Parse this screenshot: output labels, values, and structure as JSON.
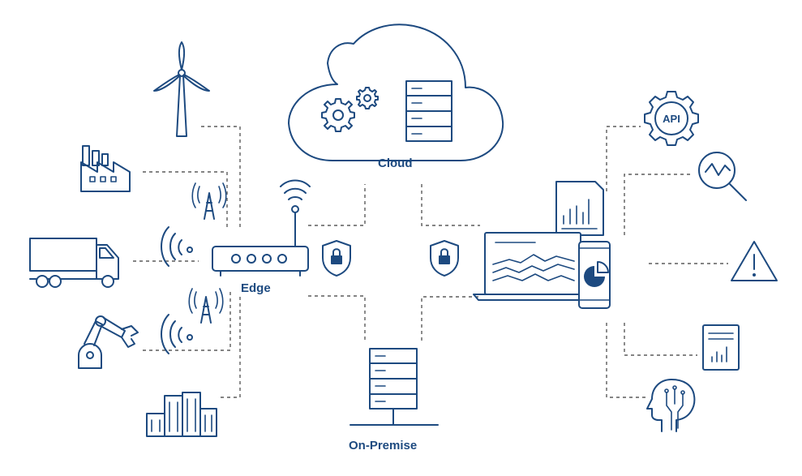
{
  "labels": {
    "cloud": "Cloud",
    "edge": "Edge",
    "on_premise": "On-Premise",
    "api": "API"
  },
  "colors": {
    "line": "#1d4a80",
    "connector": "#5b5b5b",
    "background": "#ffffff"
  },
  "icons": {
    "left": [
      "wind-turbine-icon",
      "factory-icon",
      "truck-icon",
      "robot-arm-icon",
      "buildings-icon",
      "cell-tower-icon",
      "wifi-signal-icon"
    ],
    "center": [
      "cloud-icon",
      "gears-icon",
      "server-rack-icon",
      "router-icon",
      "shield-lock-icon",
      "on-premise-server-icon"
    ],
    "right": [
      "laptop-dashboard-icon",
      "report-icon",
      "mobile-chart-icon",
      "api-gear-icon",
      "search-analytics-icon",
      "warning-icon",
      "report-chart-icon",
      "ai-head-icon"
    ]
  }
}
